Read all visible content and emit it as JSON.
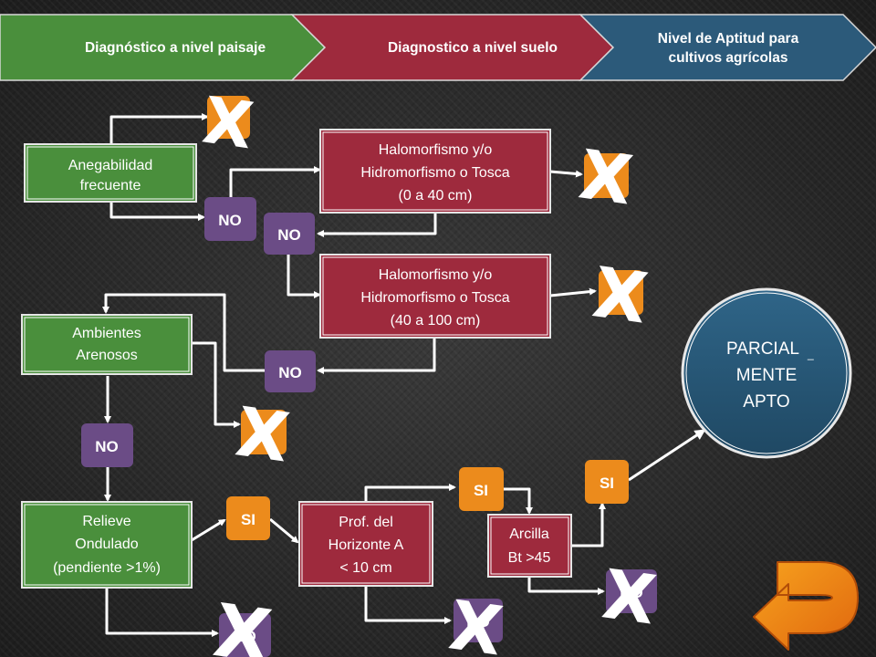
{
  "header": {
    "step1": "Diagnóstico a nivel paisaje",
    "step2": "Diagnostico a nivel suelo",
    "step3_line1": "Nivel de Aptitud para",
    "step3_line2": "cultivos agrícolas"
  },
  "nodes": {
    "anegabilidad": [
      "Anegabilidad",
      "frecuente"
    ],
    "halo1": [
      "Halomorfismo y/o",
      "Hidromorfismo o Tosca",
      "(0 a 40 cm)"
    ],
    "halo2": [
      "Halomorfismo y/o",
      "Hidromorfismo o Tosca",
      "(40 a 100 cm)"
    ],
    "arenosos": [
      "Ambientes",
      "Arenosos"
    ],
    "relieve": [
      "Relieve",
      "Ondulado",
      "(pendiente >1%)"
    ],
    "prof": [
      "Prof. del",
      "Horizonte  A",
      "< 10 cm"
    ],
    "arcilla": [
      "Arcilla",
      "Bt >45"
    ]
  },
  "result": [
    "PARCIAL",
    "MENTE",
    "APTO"
  ],
  "result_hyphen": "_",
  "no_label": "NO",
  "si_label": "SI",
  "x_mark": "X",
  "colors": {
    "green": "#4a8f3c",
    "red": "#9e2a3d",
    "blue": "#2c5a7a",
    "purple": "#6b4c86",
    "orange": "#ec8b1c",
    "circle": "#24506e"
  }
}
